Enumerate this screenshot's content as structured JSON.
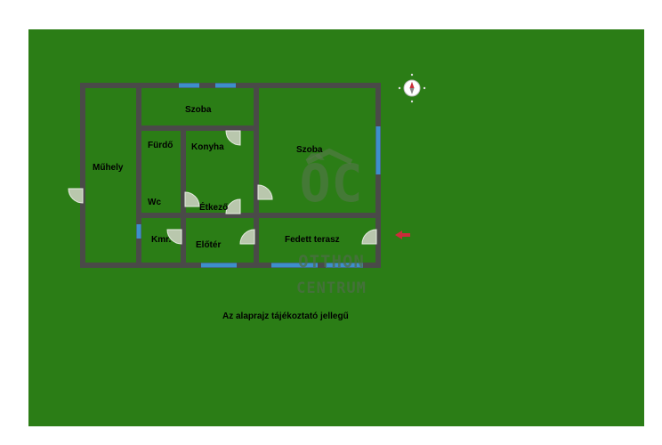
{
  "rooms": {
    "szoba_top": "Szoba",
    "muhely": "Műhely",
    "furdo": "Fürdő",
    "konyha": "Konyha",
    "szoba_right": "Szoba",
    "wc": "Wc",
    "etkezo": "Étkező",
    "kamra": "Kmr.",
    "eloter": "Előtér",
    "fedett_terasz": "Fedett terasz"
  },
  "note": "Az alaprajz tájékoztató jellegű",
  "watermark": {
    "logo": "ÔC",
    "line1": "OTTHON",
    "line2": "CENTRUM"
  },
  "colors": {
    "background": "#2b7d16",
    "wall": "#4a4a48",
    "window": "#3d8fcc",
    "door": "#b9c7ad",
    "arrow": "#cc2d3a"
  },
  "icons": {
    "compass": "compass-icon",
    "entrance_arrow": "entrance-arrow-icon"
  }
}
